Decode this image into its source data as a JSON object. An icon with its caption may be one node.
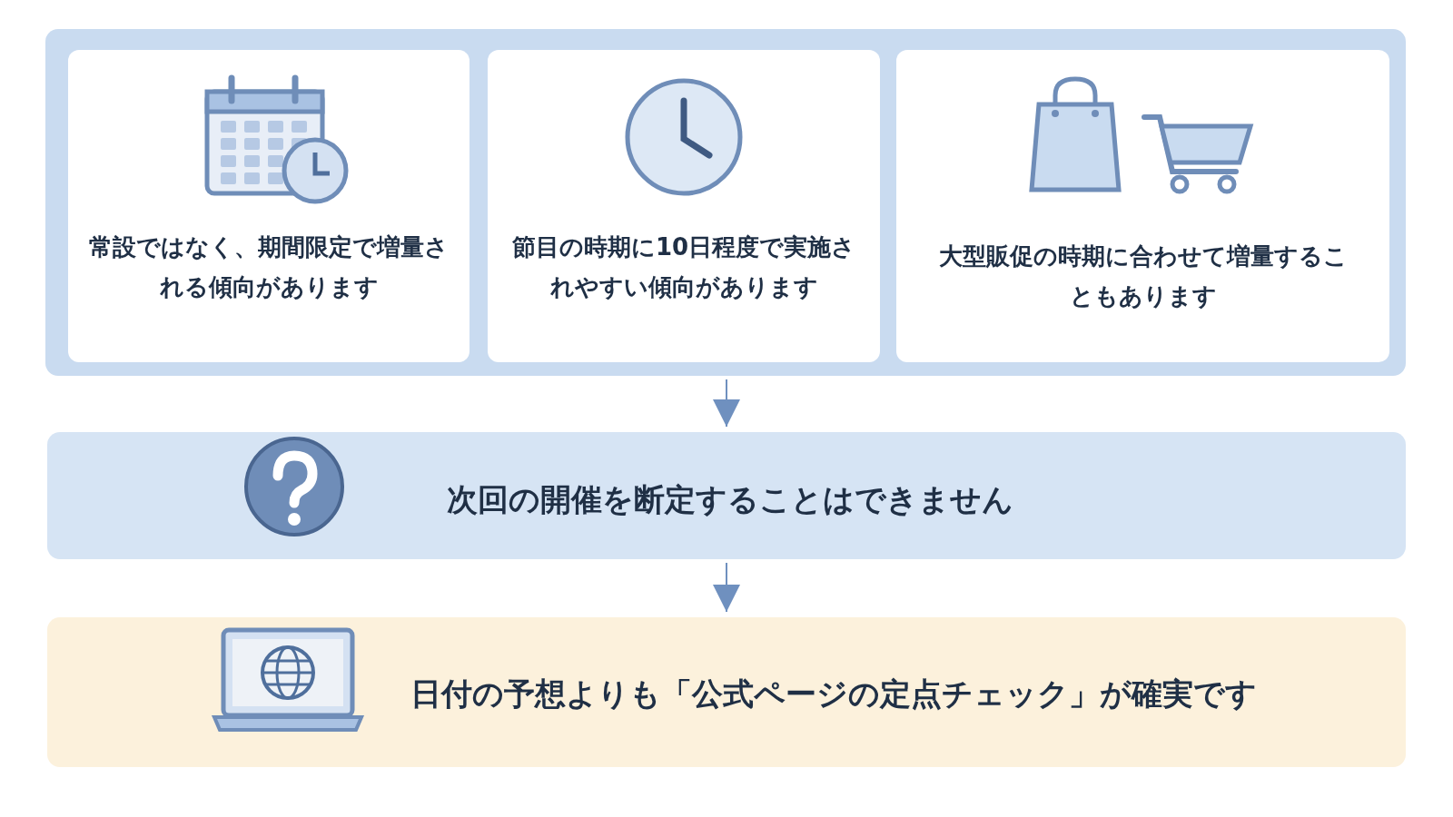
{
  "diagram": {
    "nodes": [
      {
        "text": [],
        "shape": "box"
      },
      {
        "text": [
          "常設ではなく、期間限定で増量される傾向があります"
        ],
        "in": 0
      },
      {
        "text": [
          "節目の時期に10日程度で実施されやすい傾向があります"
        ],
        "in": 0
      },
      {
        "text": [
          "大型販促の時期に合わせて増量することもあります"
        ],
        "in": 0
      },
      {
        "text": [
          "次回の開催を断定することはできません"
        ]
      },
      {
        "text": [
          "日付の予想よりも「公式ページの定点チェック」が確実です"
        ]
      }
    ],
    "edges": [
      {
        "from": 0,
        "to": 4,
        "arrow": "to"
      },
      {
        "from": 4,
        "to": 5,
        "arrow": "to"
      }
    ]
  }
}
